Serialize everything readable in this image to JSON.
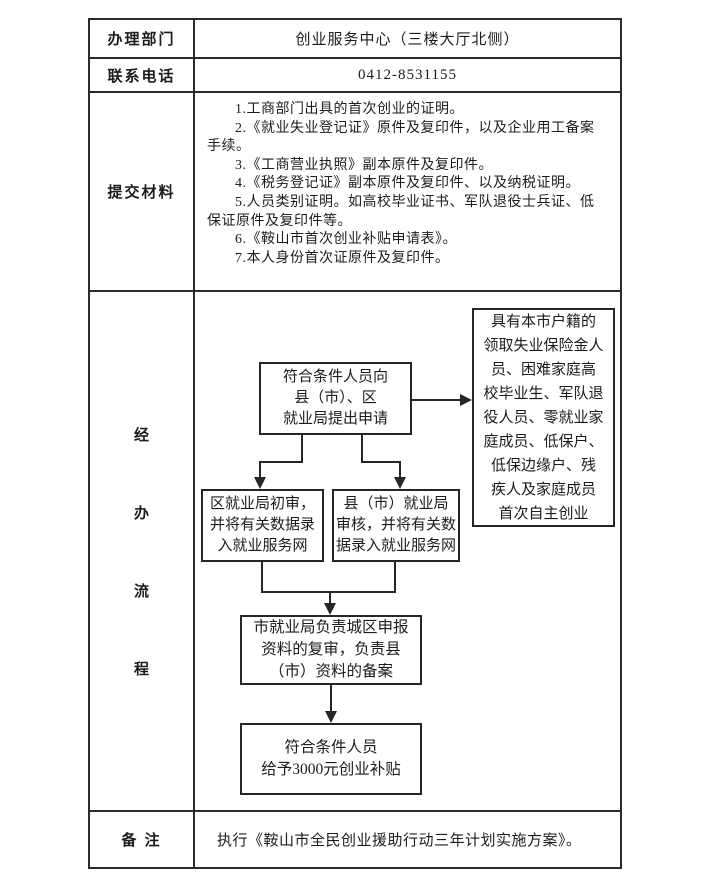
{
  "department_row": {
    "label": "办理部门",
    "value": "创业服务中心（三楼大厅北侧）"
  },
  "phone_row": {
    "label": "联系电话",
    "value": "0412-8531155"
  },
  "materials": {
    "label": "提交材料",
    "items": [
      "1.工商部门出具的首次创业的证明。",
      "2.《就业失业登记证》原件及复印件，以及企业用工备案手续。",
      "3.《工商营业执照》副本原件及复印件。",
      "4.《税务登记证》副本原件及复印件、以及纳税证明。",
      "5.人员类别证明。如高校毕业证书、军队退役士兵证、低保证原件及复印件等。",
      "6.《鞍山市首次创业补贴申请表》。",
      "7.本人身份首次证原件及复印件。"
    ]
  },
  "process": {
    "label_chars": [
      "经",
      "办",
      "流",
      "程"
    ],
    "apply_box": "符合条件人员向\n县（市）、区\n就业局提出申请",
    "eligible_box": "具有本市户籍的\n领取失业保险金人\n员、困难家庭高\n校毕业生、军队退\n役人员、零就业家\n庭成员、低保户、\n低保边缘户、残\n疾人及家庭成员\n首次自主创业",
    "district_box": "区就业局初审，\n并将有关数据录\n入就业服务网",
    "county_box": "县（市）就业局\n审核，并将有关数\n据录入就业服务网",
    "city_box": "市就业局负责城区申报\n资料的复审，负责县\n（市）资料的备案",
    "subsidy_box": "符合条件人员\n给予3000元创业补贴"
  },
  "remark_row": {
    "label": "备 注",
    "value": "执行《鞍山市全民创业援助行动三年计划实施方案》。"
  },
  "colors": {
    "border": "#2b2b2b",
    "text": "#1c1c1c",
    "background": "#ffffff"
  }
}
